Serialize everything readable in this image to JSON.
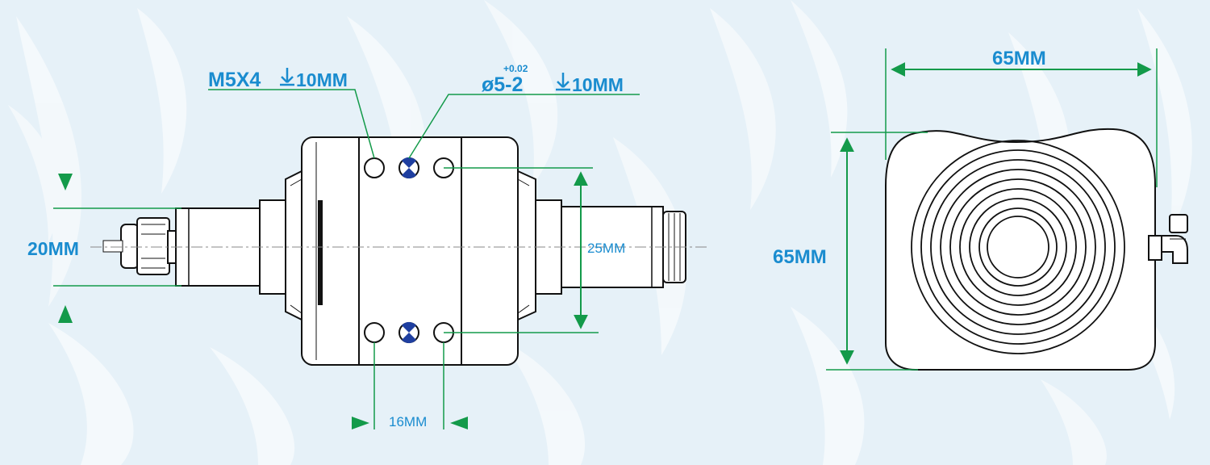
{
  "side_view": {
    "thread_label": "M5X4",
    "thread_depth": "10MM",
    "pin_label": "ø5-2",
    "pin_tolerance": "+0.02",
    "pin_depth": "10MM",
    "shaft_dia": "20MM",
    "hole_spacing_v": "25MM",
    "hole_spacing_h": "16MM"
  },
  "front_view": {
    "width": "65MM",
    "height": "65MM"
  },
  "colors": {
    "background": "#e6f1f8",
    "dimension_line": "#139a4a",
    "label": "#1a8ccf",
    "outline": "#111111",
    "bolt_blue": "#1f3fa0"
  }
}
